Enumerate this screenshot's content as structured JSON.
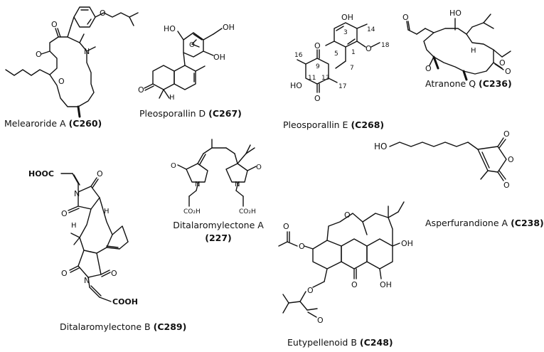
{
  "compounds": [
    {
      "name": "Melearoride A",
      "code": "(C260)"
    },
    {
      "name": "Pleosporallin D",
      "code": "(C267)"
    },
    {
      "name": "Pleosporallin E",
      "code": "(C268)"
    },
    {
      "name": "Atranone Q",
      "code": "(C236)"
    },
    {
      "name": "Ditalaromylectone A",
      "code": "(227)"
    },
    {
      "name": "Asperfurandione A",
      "code": "(C238)"
    },
    {
      "name": "Ditalaromylectone B",
      "code": "(C289)"
    },
    {
      "name": "Eutypellenoid B",
      "code": "(C248)"
    }
  ],
  "atom_labels": {
    "O": "O",
    "N": "N",
    "H": "H",
    "HO": "HO",
    "OH": "OH",
    "HOOC": "HOOC",
    "COOH": "COOH",
    "CO2H": "CO₂H",
    "N1": "N"
  },
  "locants": [
    "3",
    "14",
    "5",
    "1",
    "18",
    "16",
    "7",
    "9",
    "11",
    "13",
    "17"
  ]
}
